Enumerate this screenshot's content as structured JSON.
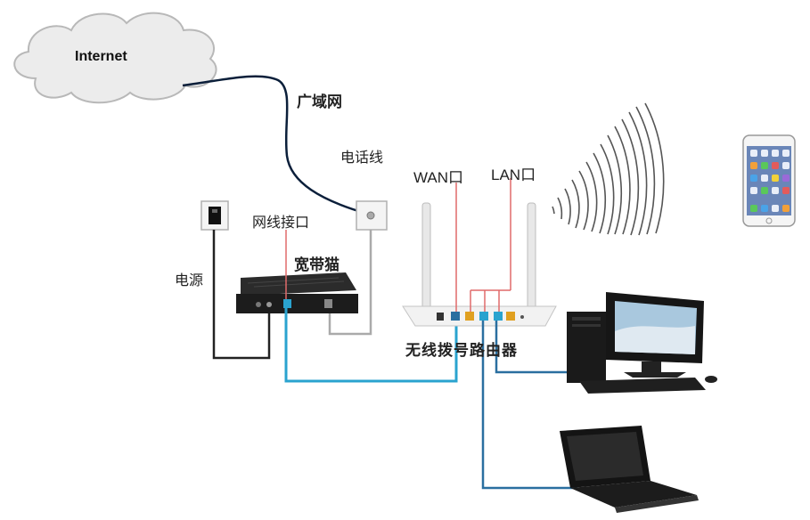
{
  "labels": {
    "internet": "Internet",
    "wan_network": "广域网",
    "phone_line": "电话线",
    "wan_port": "WAN口",
    "lan_port": "LAN口",
    "network_port": "网线接口",
    "modem": "宽带猫",
    "power": "电源",
    "router": "无线拨号路由器"
  },
  "colors": {
    "ethernet_cable": "#2aa3cf",
    "ethernet_cable_dark": "#2a6fa0",
    "phone_cable": "#0b1f3a",
    "port_pointer": "#e06a6a",
    "wifi_wave": "#555555"
  },
  "icons": [
    "cloud-icon",
    "wall-socket-icon",
    "phone-jack-icon",
    "modem-icon",
    "router-icon",
    "wifi-signal-icon",
    "smartphone-icon",
    "desktop-computer-icon",
    "laptop-icon"
  ]
}
